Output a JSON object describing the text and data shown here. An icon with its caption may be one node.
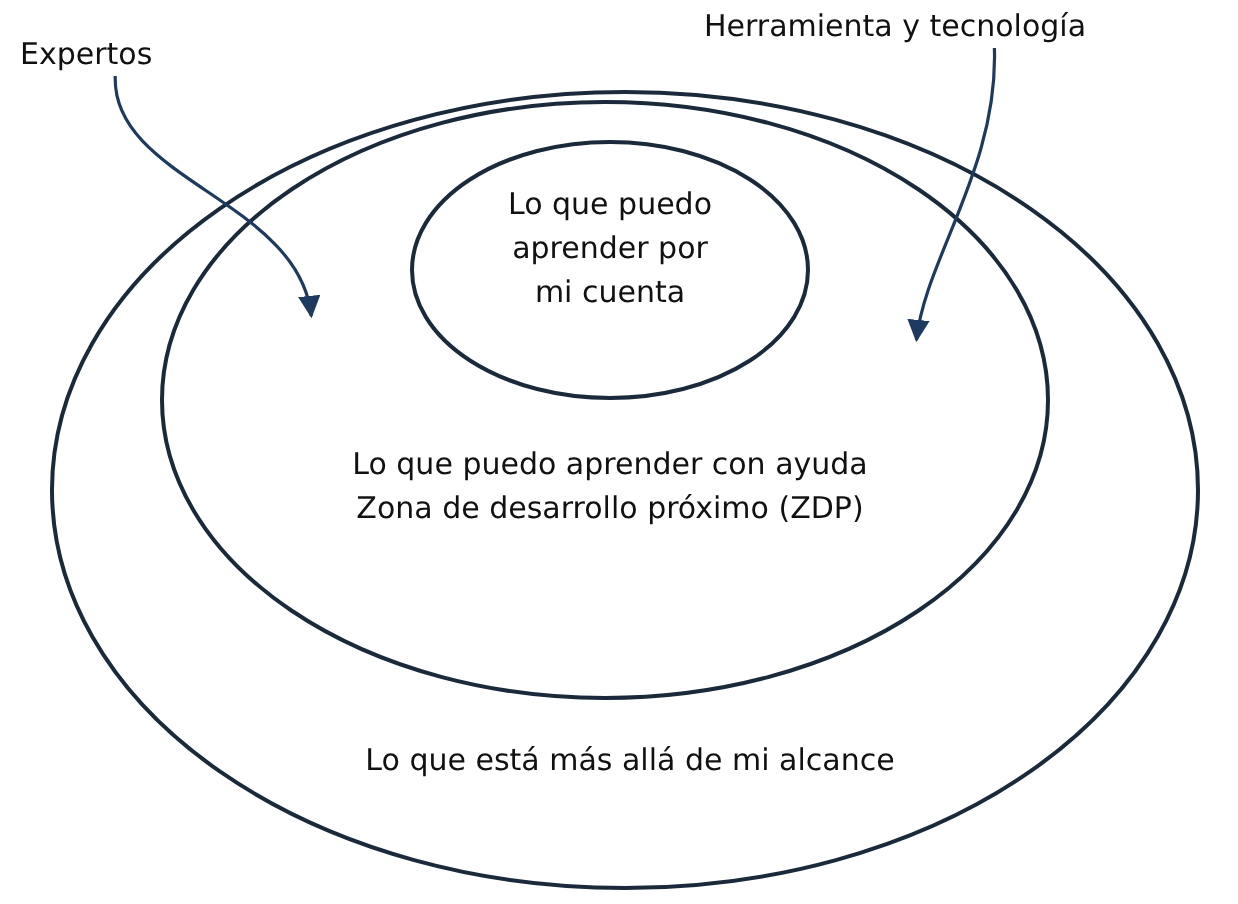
{
  "diagram": {
    "nodes": [
      {
        "text": [
          "Lo que está más allá de mi alcance"
        ]
      },
      {
        "text": [
          "Lo que puedo aprender con ayuda",
          "Zona de desarrollo próximo (ZDP)"
        ],
        "in": 0
      },
      {
        "text": [
          "Lo que puedo aprender por mi cuenta"
        ],
        "in": 1
      },
      {
        "text": [
          "Expertos"
        ]
      },
      {
        "text": [
          "Herramienta y tecnología"
        ]
      }
    ],
    "edges": [
      {
        "from": 3,
        "to": 1,
        "arrow": "to"
      },
      {
        "from": 4,
        "to": 1,
        "arrow": "to"
      }
    ]
  }
}
